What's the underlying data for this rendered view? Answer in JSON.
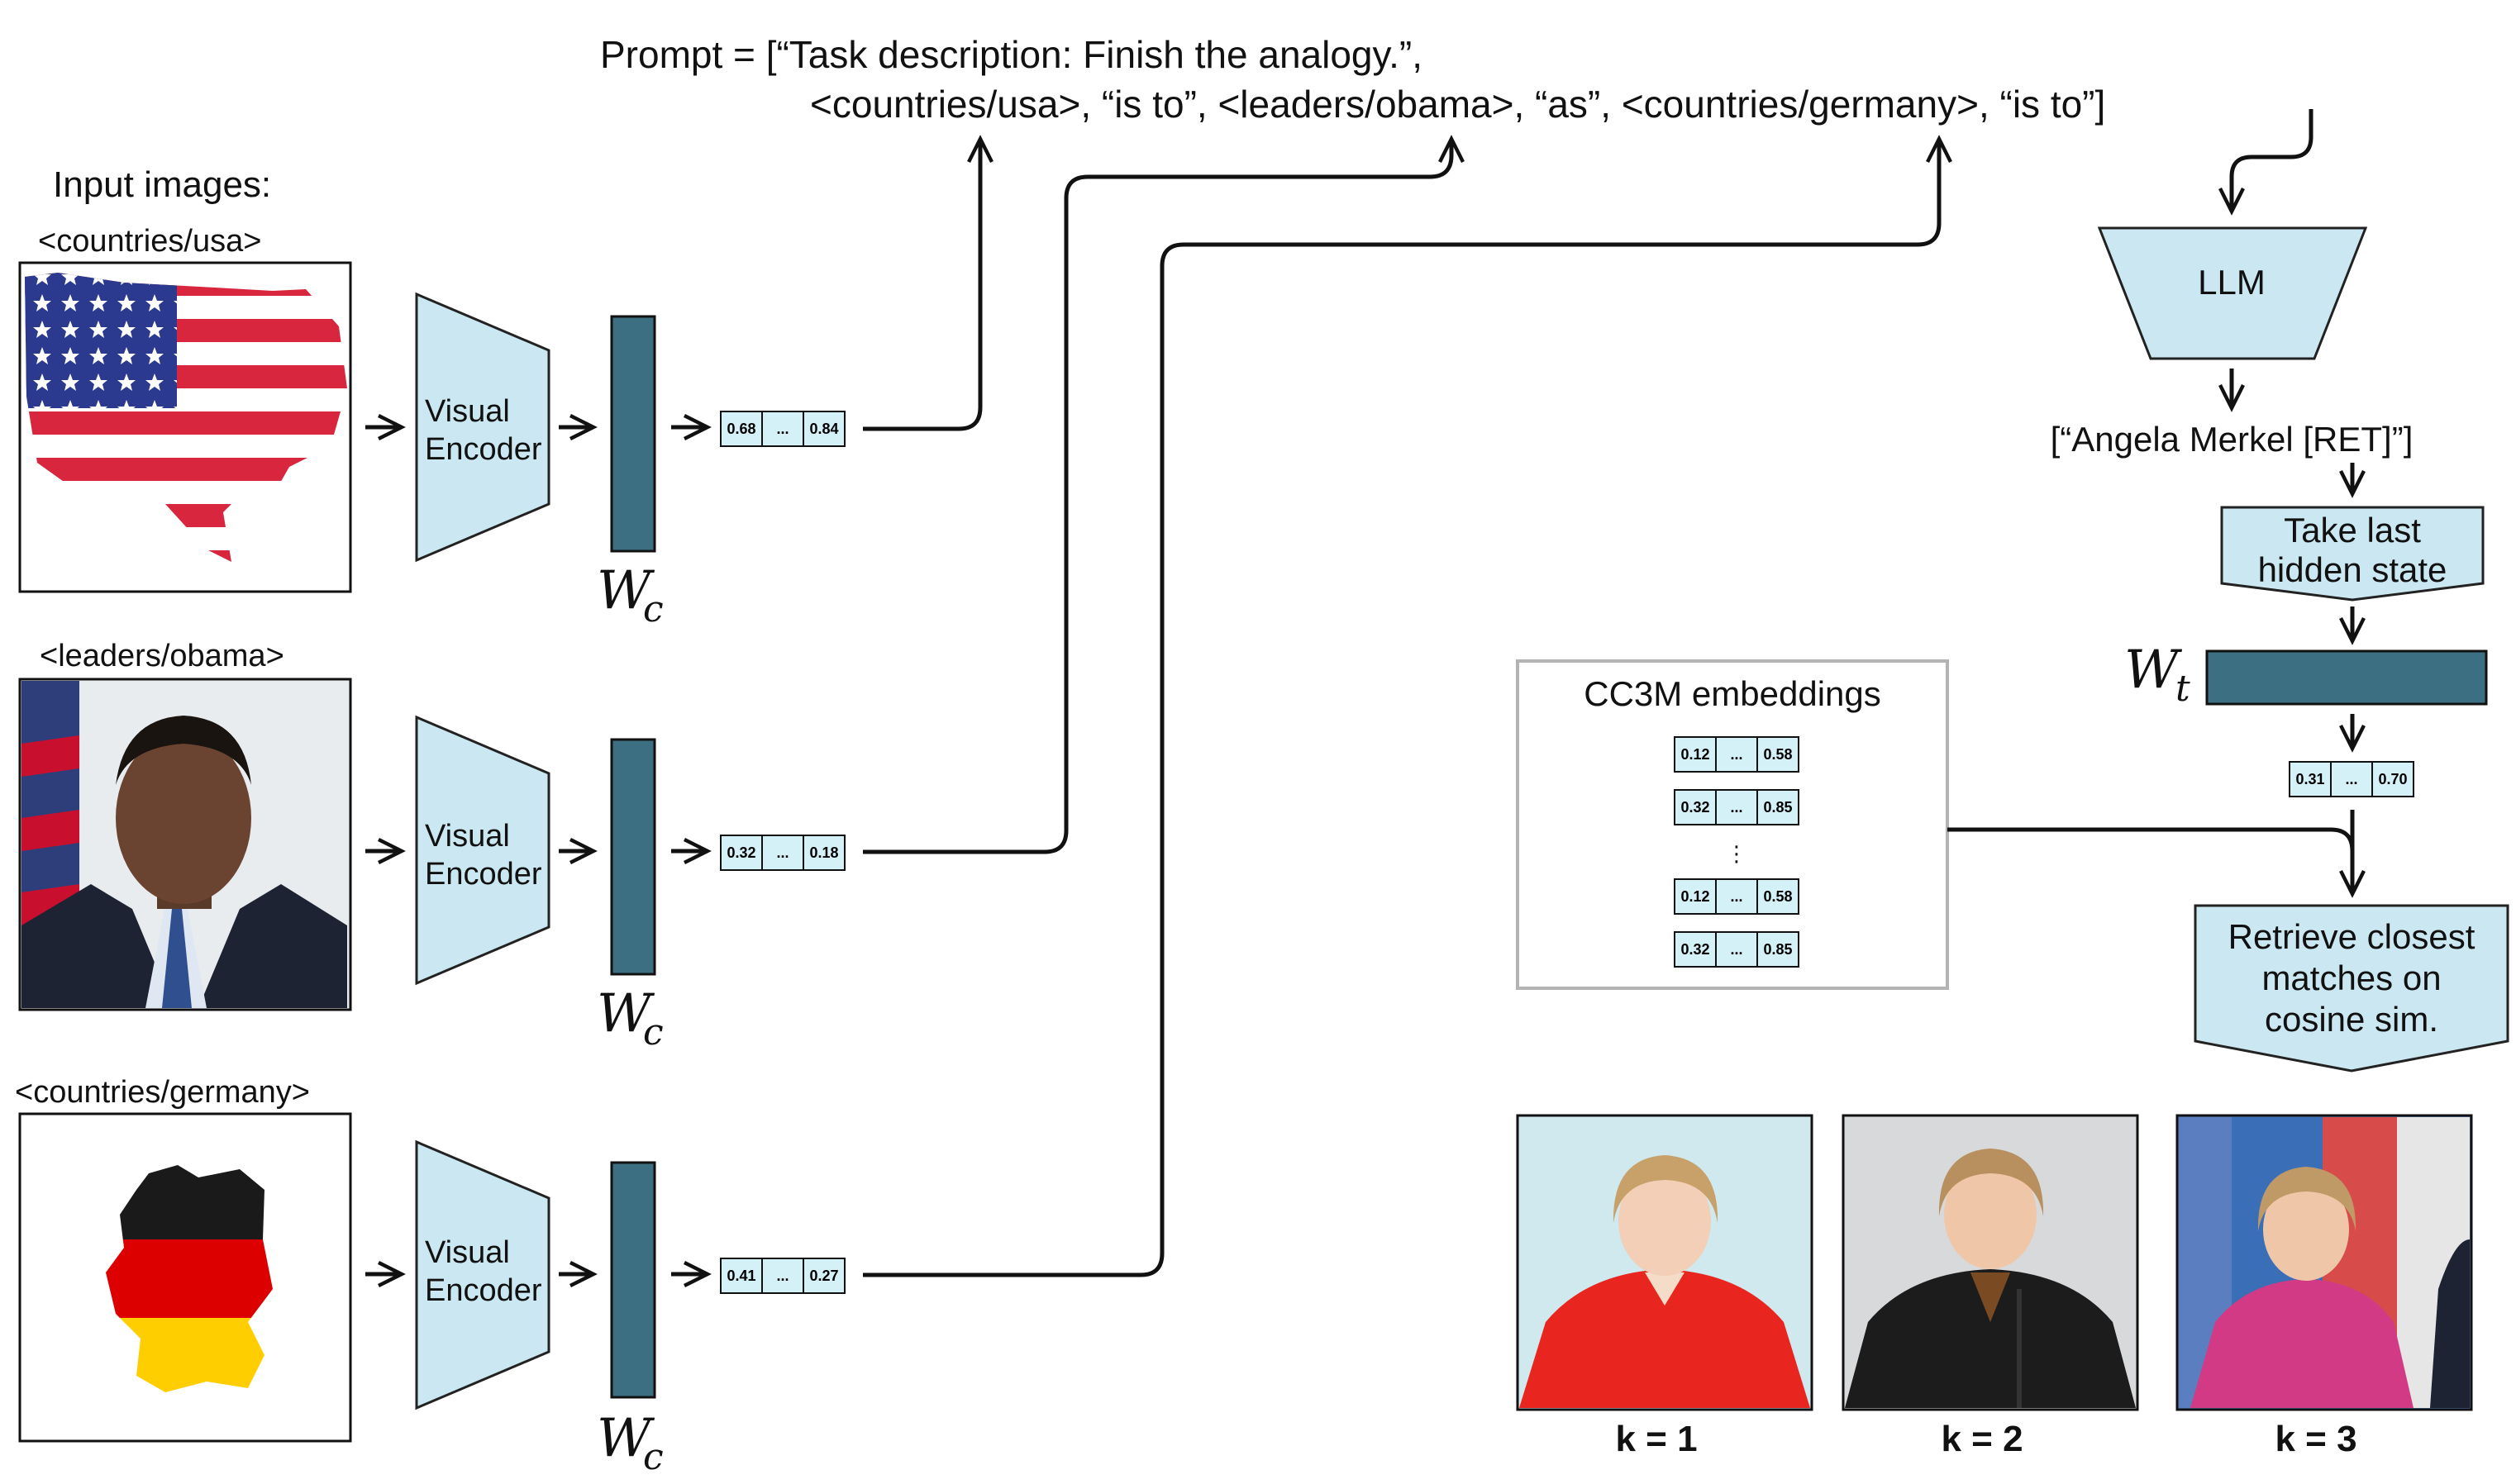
{
  "prompt": {
    "line1": "Prompt = [“Task description: Finish the analogy.”,",
    "line2": "<countries/usa>, “is to”, <leaders/obama>, “as”, <countries/germany>, “is to”]"
  },
  "inputs": {
    "heading": "Input images:",
    "items": [
      {
        "tag": "<countries/usa>",
        "vector": [
          "0.68",
          "...",
          "0.84"
        ]
      },
      {
        "tag": "<leaders/obama>",
        "vector": [
          "0.32",
          "...",
          "0.18"
        ]
      },
      {
        "tag": "<countries/germany>",
        "vector": [
          "0.41",
          "...",
          "0.27"
        ]
      }
    ]
  },
  "encoder": {
    "line1": "Visual",
    "line2": "Encoder"
  },
  "wc": {
    "base": "W",
    "sub": "c"
  },
  "llm": {
    "label": "LLM"
  },
  "output_text": "[“Angela Merkel [RET]”]",
  "hidden_state": {
    "line1": "Take last",
    "line2": "hidden state"
  },
  "wt": {
    "base": "W",
    "sub": "t"
  },
  "text_vector": [
    "0.31",
    "...",
    "0.70"
  ],
  "cc3m": {
    "title": "CC3M embeddings",
    "vectors": [
      [
        "0.12",
        "...",
        "0.58"
      ],
      [
        "0.32",
        "...",
        "0.85"
      ],
      [
        "0.12",
        "...",
        "0.58"
      ],
      [
        "0.32",
        "...",
        "0.85"
      ]
    ],
    "ellipsis": "⋮"
  },
  "retrieve": {
    "line1": "Retrieve closest",
    "line2": "matches on",
    "line3": "cosine sim."
  },
  "results": [
    {
      "label": "k = 1"
    },
    {
      "label": "k = 2"
    },
    {
      "label": "k = 3"
    }
  ],
  "colors": {
    "light_blue": "#cbe8f2",
    "dark_teal": "#3d6f82",
    "vector_cell": "#d4f1f8",
    "box_border": "#b3b3b3",
    "usa_red": "#d7263d",
    "usa_blue": "#2b3a8f",
    "de_black": "#1a1a1a",
    "de_red": "#dd0000",
    "de_gold": "#ffce00"
  }
}
